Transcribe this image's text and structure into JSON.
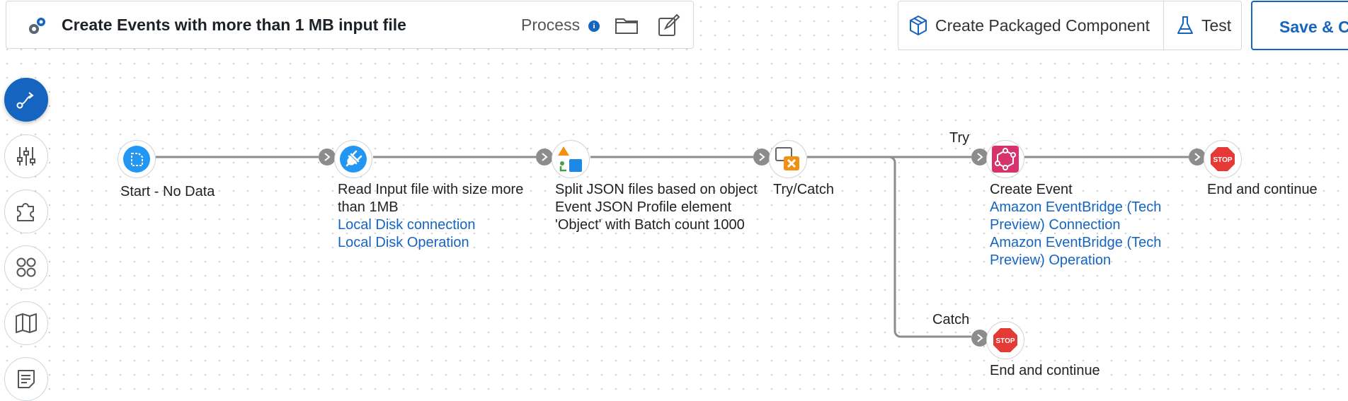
{
  "header": {
    "title": "Create Events with more than 1 MB input file",
    "type_label": "Process",
    "info_glyph": "i",
    "icons": [
      "process-gear-icon",
      "info-icon",
      "folder-icon",
      "edit-icon"
    ]
  },
  "actions": {
    "create_packaged_component": "Create Packaged Component",
    "test": "Test",
    "save": "Save & Cl",
    "icons": [
      "package-icon",
      "flask-icon"
    ]
  },
  "sidebar": {
    "items": [
      "flow-icon",
      "sliders-icon",
      "puzzle-icon",
      "apps-icon",
      "map-icon",
      "notes-icon"
    ]
  },
  "flow": {
    "start": {
      "line1": "Start - No Data"
    },
    "read": {
      "line1": "Read Input file with size more",
      "line2": "than 1MB",
      "link1": "Local Disk connection",
      "link2": "Local Disk Operation"
    },
    "split": {
      "line1": "Split JSON files based on object",
      "line2": "Event JSON Profile element",
      "line3": "'Object' with Batch count 1000"
    },
    "trycatch": {
      "line1": "Try/Catch"
    },
    "try_label": "Try",
    "catch_label": "Catch",
    "create_event": {
      "line1": "Create Event",
      "link1a": "Amazon EventBridge (Tech",
      "link1b": "Preview) Connection",
      "link2a": "Amazon EventBridge (Tech",
      "link2b": "Preview) Operation"
    },
    "end_try": {
      "line1": "End and continue"
    },
    "end_catch": {
      "line1": "End and continue"
    },
    "stop_text": "STOP"
  },
  "colors": {
    "accent": "#1565c0",
    "connector": "#8c8c8c",
    "start": "#2196f3",
    "eventbridge": "#d6336c",
    "stop": "#e53935",
    "trycatch": "#f29111"
  }
}
